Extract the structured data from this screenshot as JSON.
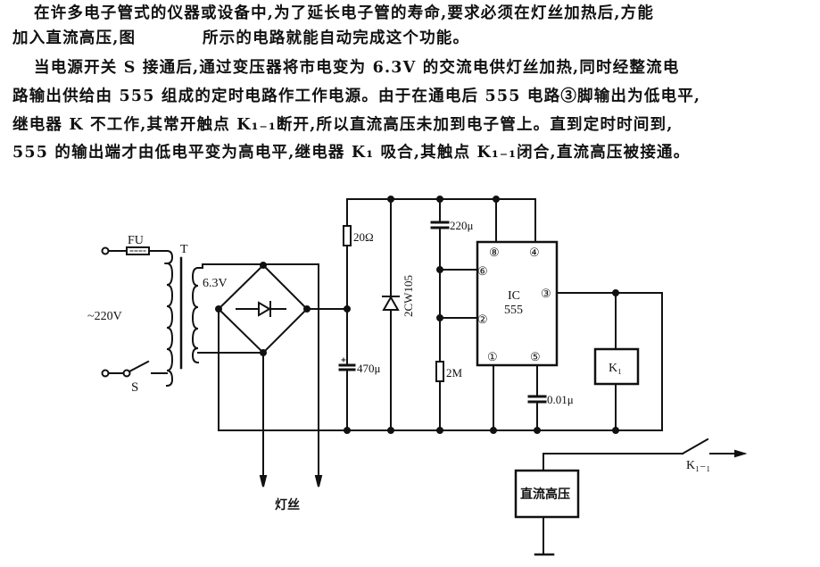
{
  "document": {
    "paragraphs": [
      {
        "lines": [
          "在许多电子管式的仪器或设备中,为了延长电子管的寿命,要求必须在灯丝加热后,方能",
          "加入直流高压,图　　　　所示的电路就能自动完成这个功能。"
        ]
      },
      {
        "lines": [
          "当电源开关 S 接通后,通过变压器将市电变为 6.3V 的交流电供灯丝加热,同时经整流电",
          "路输出供给由 555 组成的定时电路作工作电源。由于在通电后 555 电路③脚输出为低电平,",
          "继电器 K 不工作,其常开触点 K₁₋₁断开,所以直流高压未加到电子管上。直到定时时间到,",
          "555 的输出端才由低电平变为高电平,继电器 K₁ 吸合,其触点 K₁₋₁闭合,直流高压被接通。"
        ]
      }
    ]
  },
  "circuit": {
    "fuse_label": "FU",
    "transformer_label": "T",
    "mains_label": "~220V",
    "switch_label": "S",
    "secondary_voltage": "6.3V",
    "resistor_r1": "20Ω",
    "capacitor_c1": "470μ",
    "zener_label": "2CW105",
    "capacitor_c2": "220μ",
    "resistor_r2": "2M",
    "capacitor_c3": "0.01μ",
    "ic_label_line1": "IC",
    "ic_label_line2": "555",
    "ic_pins": {
      "p8": "⑧",
      "p4": "④",
      "p6": "⑥",
      "p2": "②",
      "p3": "③",
      "p1": "①",
      "p5": "⑤"
    },
    "relay_label": "K₁",
    "relay_contact_label": "K₁₋₁",
    "hv_box_label": "直流高压",
    "filament_label": "灯丝"
  }
}
